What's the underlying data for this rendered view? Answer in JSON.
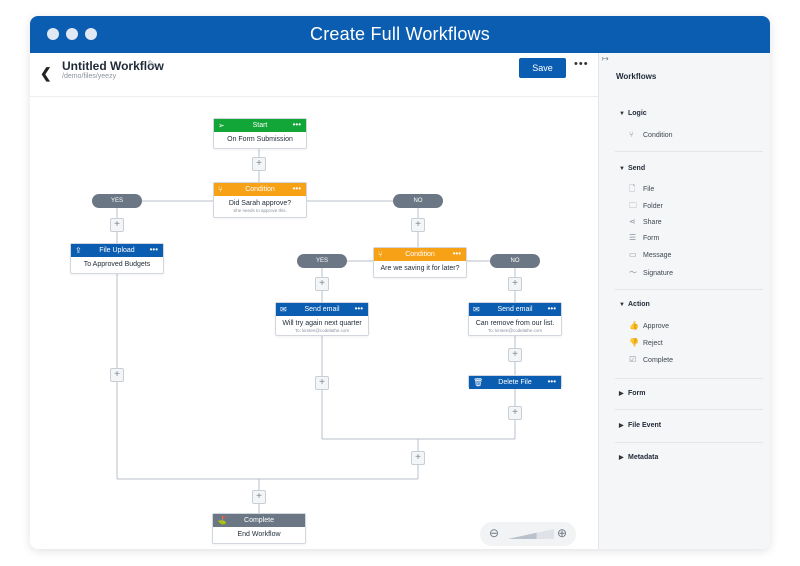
{
  "window": {
    "title": "Create Full Workflows"
  },
  "header": {
    "back_icon": "chevron-left-icon",
    "title": "Untitled Workflow",
    "path": "/demo/files/yeezy",
    "edit_icon": "edit-icon",
    "save_label": "Save",
    "more_label": "•••"
  },
  "colors": {
    "brand": "#0a5db0",
    "start": "#12a538",
    "condition": "#f7a117",
    "complete": "#6b7784"
  },
  "canvas": {
    "nodes": {
      "start": {
        "head": "Start",
        "body": "On Form Submission",
        "icon": "form-submit-icon"
      },
      "cond1": {
        "head": "Condition",
        "body": "Did Sarah approve?",
        "sub": "She needs to approve this.",
        "icon": "branch-icon"
      },
      "upload": {
        "head": "File Upload",
        "body": "To Approved Budgets",
        "icon": "upload-icon"
      },
      "cond2": {
        "head": "Condition",
        "body": "Are we saving it for later?",
        "icon": "branch-icon"
      },
      "email1": {
        "head": "Send email",
        "body": "Will try again next quarter",
        "sub": "To: kirsten@codelathe.com",
        "icon": "mail-icon"
      },
      "email2": {
        "head": "Send email",
        "body": "Can remove from our list.",
        "sub": "To: kirsten@codelathe.com",
        "icon": "mail-icon"
      },
      "delete": {
        "head": "Delete File",
        "icon": "trash-icon"
      },
      "complete": {
        "head": "Complete",
        "body": "End Workflow",
        "icon": "complete-icon"
      }
    },
    "menu_dots": "•••",
    "pills": {
      "yes": "YES",
      "no": "NO"
    },
    "plus": "+"
  },
  "zoom": {
    "out_icon": "zoom-out-icon",
    "in_icon": "zoom-in-icon",
    "out": "⊖",
    "in": "⊕",
    "level": 0.62
  },
  "sidebar": {
    "collapse_icon": "collapse-icon",
    "collapse_glyph": "↦",
    "title": "Workflows",
    "sections": [
      {
        "label": "Logic",
        "expanded": true,
        "items": [
          {
            "label": "Condition",
            "icon": "branch-icon"
          }
        ]
      },
      {
        "label": "Send",
        "expanded": true,
        "items": [
          {
            "label": "File",
            "icon": "file-icon"
          },
          {
            "label": "Folder",
            "icon": "folder-icon"
          },
          {
            "label": "Share",
            "icon": "share-icon"
          },
          {
            "label": "Form",
            "icon": "form-icon"
          },
          {
            "label": "Message",
            "icon": "message-icon"
          },
          {
            "label": "Signature",
            "icon": "signature-icon"
          }
        ]
      },
      {
        "label": "Action",
        "expanded": true,
        "items": [
          {
            "label": "Approve",
            "icon": "thumbs-up-icon"
          },
          {
            "label": "Reject",
            "icon": "thumbs-down-icon"
          },
          {
            "label": "Complete",
            "icon": "checkbox-icon"
          }
        ]
      },
      {
        "label": "Form",
        "expanded": false,
        "items": []
      },
      {
        "label": "File Event",
        "expanded": false,
        "items": []
      },
      {
        "label": "Metadata",
        "expanded": false,
        "items": []
      }
    ]
  }
}
